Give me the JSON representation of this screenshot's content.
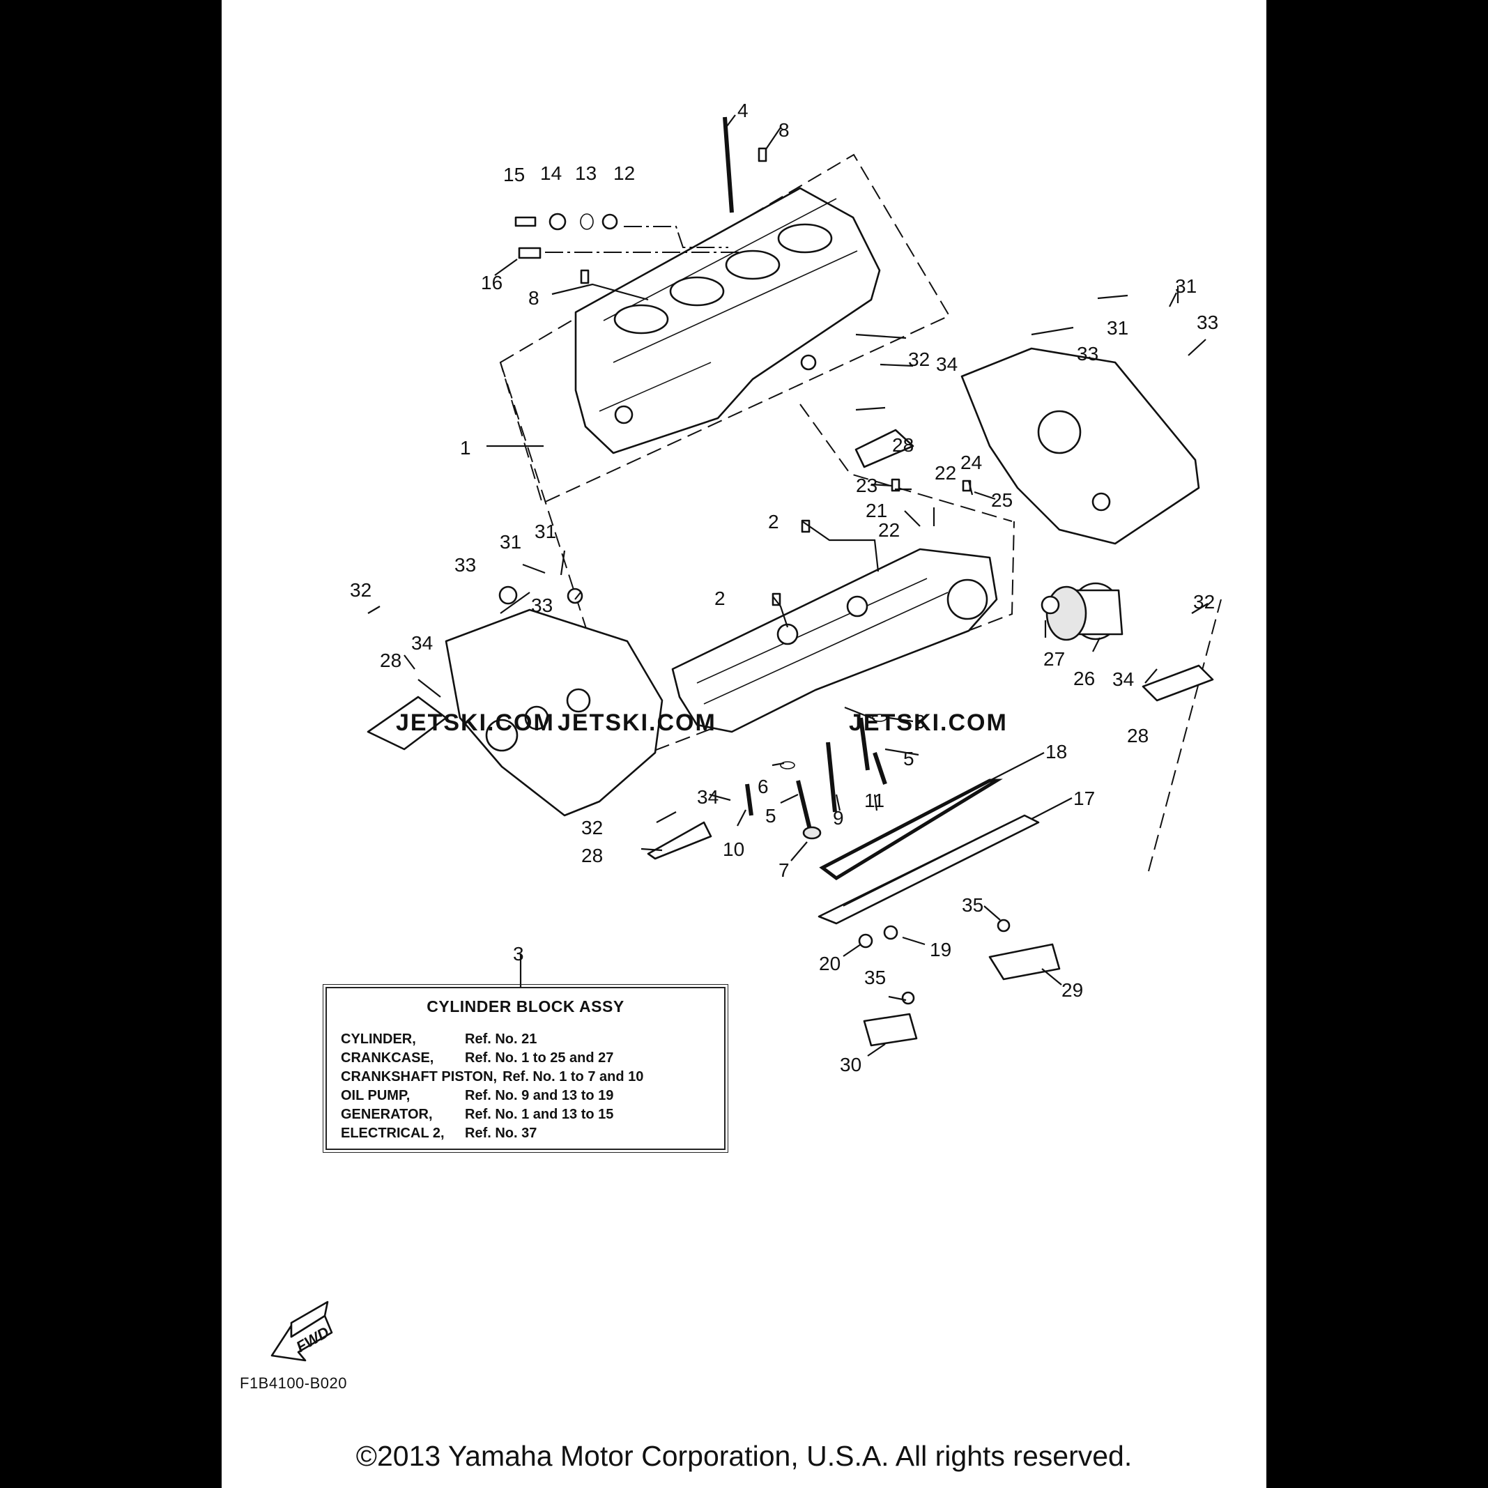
{
  "diagram_code": "F1B4100-B020",
  "copyright": "©2013 Yamaha Motor Corporation, U.S.A. All rights reserved.",
  "watermark": "JETSKI.COM",
  "fwd_label": "FWD",
  "legend": {
    "ref_callout": "3",
    "title": "CYLINDER BLOCK ASSY",
    "rows": [
      {
        "name": "CYLINDER,",
        "ref": "Ref. No. 21"
      },
      {
        "name": "CRANKCASE,",
        "ref": "Ref. No. 1 to 25 and 27"
      },
      {
        "name": "CRANKSHAFT PISTON,",
        "ref": "Ref. No. 1 to 7 and 10"
      },
      {
        "name": "OIL PUMP,",
        "ref": "Ref. No. 9 and 13 to 19"
      },
      {
        "name": "GENERATOR,",
        "ref": "Ref. No. 1 and 13 to 15"
      },
      {
        "name": "ELECTRICAL 2,",
        "ref": "Ref. No. 37"
      }
    ]
  },
  "callouts": [
    "1",
    "2",
    "2",
    "4",
    "5",
    "5",
    "6",
    "6",
    "7",
    "8",
    "8",
    "9",
    "10",
    "11",
    "12",
    "13",
    "14",
    "15",
    "16",
    "17",
    "18",
    "19",
    "20",
    "21",
    "22",
    "22",
    "23",
    "24",
    "25",
    "26",
    "27",
    "28",
    "28",
    "28",
    "28",
    "29",
    "30",
    "31",
    "31",
    "31",
    "31",
    "32",
    "32",
    "32",
    "32",
    "33",
    "33",
    "33",
    "33",
    "34",
    "34",
    "34",
    "34",
    "35",
    "35"
  ]
}
